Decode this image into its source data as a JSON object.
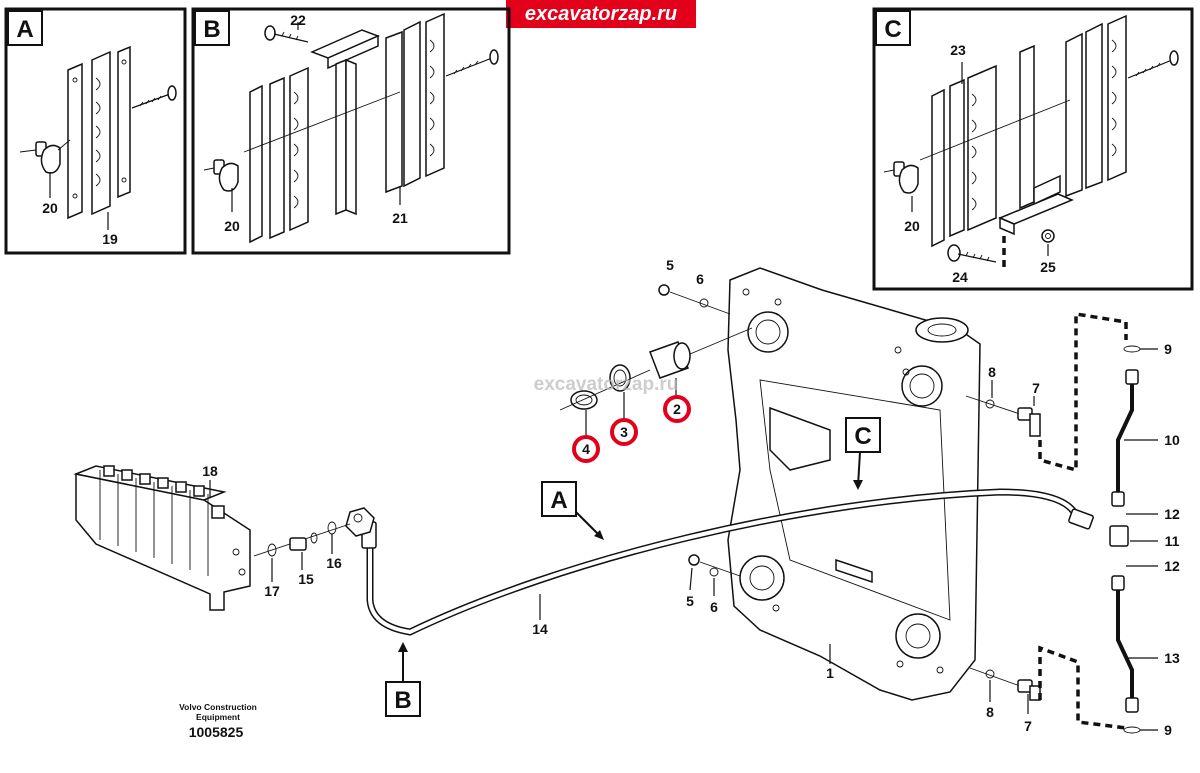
{
  "watermark": {
    "top": "excavatorzap.ru",
    "center": "excavatorzap.ru"
  },
  "footer": {
    "brand_line1": "Volvo Construction",
    "brand_line2": "Equipment",
    "doc_number": "1005825"
  },
  "detail_views": {
    "a": {
      "letter": "A",
      "labels": [
        "20",
        "19"
      ]
    },
    "b": {
      "letter": "B",
      "labels": [
        "22",
        "20",
        "21"
      ]
    },
    "c": {
      "letter": "C",
      "labels": [
        "23",
        "20",
        "24",
        "25"
      ]
    }
  },
  "view_markers": {
    "a": "A",
    "b": "B",
    "c": "C"
  },
  "callouts": {
    "p1": "1",
    "p2": "2",
    "p3": "3",
    "p4": "4",
    "p5_top": "5",
    "p6_top": "6",
    "p5_bot": "5",
    "p6_bot": "6",
    "p7_top": "7",
    "p8_top": "8",
    "p7_bot": "7",
    "p8_bot": "8",
    "p9_top": "9",
    "p9_bot": "9",
    "p10": "10",
    "p11": "11",
    "p12_top": "12",
    "p12_bot": "12",
    "p13": "13",
    "p14": "14",
    "p15": "15",
    "p16": "16",
    "p17": "17",
    "p18": "18"
  },
  "highlighted_callouts": [
    "2",
    "3",
    "4"
  ],
  "colors": {
    "watermark_banner": "#e3001b",
    "highlight_ring": "#e3001b",
    "line": "#111111"
  }
}
